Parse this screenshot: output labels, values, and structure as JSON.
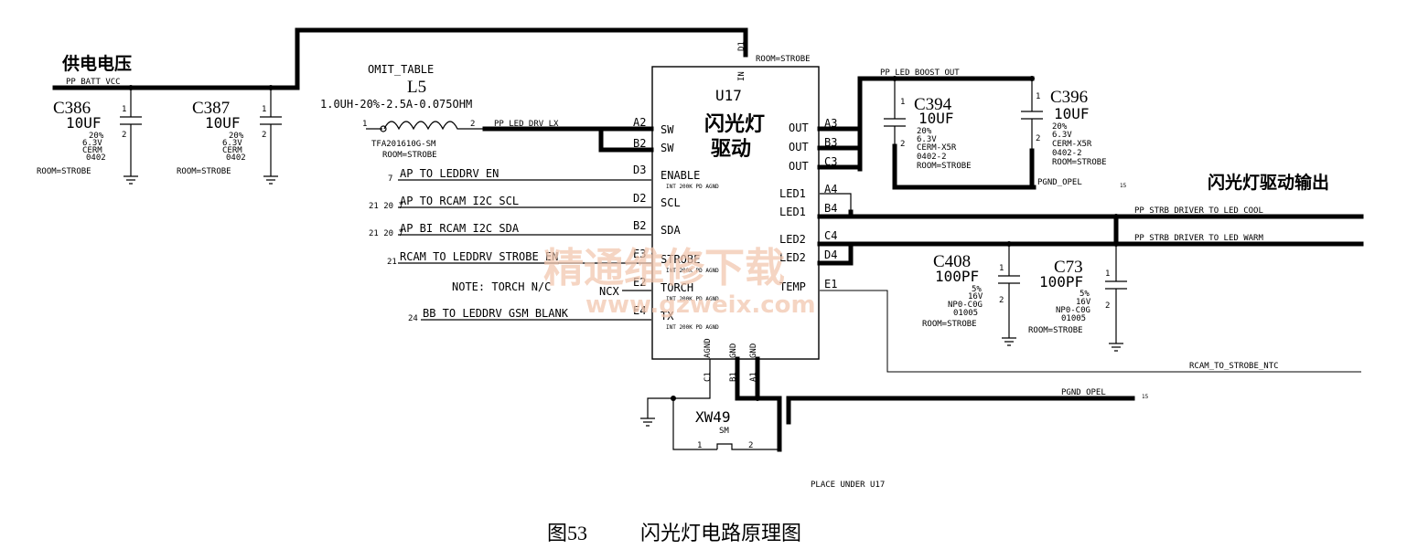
{
  "title": {
    "figure_number": "图53",
    "figure_text": "闪光灯电路原理图"
  },
  "ic": {
    "ref": "U17",
    "function_line1": "闪光灯",
    "function_line2": "驱动",
    "room": "ROOM=STROBE",
    "pin_in": "IN",
    "pin_d1": "D1",
    "pins_left": [
      {
        "num": "A2",
        "name": "SW"
      },
      {
        "num": "B2",
        "name": "SW"
      },
      {
        "num": "D3",
        "name": "ENABLE",
        "note": "INT 200K PD AGND"
      },
      {
        "num": "D2",
        "name": "SCL"
      },
      {
        "num": "B2",
        "name": "SDA"
      },
      {
        "num": "E3",
        "name": "STROBE",
        "note": "INT 200K PD AGND"
      },
      {
        "num": "E2",
        "name": "TORCH",
        "note": "INT 200K PD AGND"
      },
      {
        "num": "E4",
        "name": "TX",
        "note": "INT 200K PD AGND"
      }
    ],
    "pins_right": [
      {
        "num": "A3",
        "name": "OUT"
      },
      {
        "num": "B3",
        "name": "OUT"
      },
      {
        "num": "C3",
        "name": "OUT"
      },
      {
        "num": "A4",
        "name": "LED1"
      },
      {
        "num": "B4",
        "name": "LED1"
      },
      {
        "num": "C4",
        "name": "LED2"
      },
      {
        "num": "D4",
        "name": "LED2"
      },
      {
        "num": "E1",
        "name": "TEMP"
      }
    ],
    "pins_bottom": [
      {
        "num": "C1",
        "name": "AGND"
      },
      {
        "num": "B1",
        "name": "GND"
      },
      {
        "num": "A1",
        "name": "GND"
      }
    ]
  },
  "supply": {
    "label": "供电电压",
    "net": "PP_BATT_VCC"
  },
  "capacitors": [
    {
      "ref": "C386",
      "value": "10UF",
      "tol": "20%",
      "volt": "6.3V",
      "type": "CERM",
      "pkg": "0402",
      "room": "ROOM=STROBE"
    },
    {
      "ref": "C387",
      "value": "10UF",
      "tol": "20%",
      "volt": "6.3V",
      "type": "CERM",
      "pkg": "0402",
      "room": "ROOM=STROBE"
    },
    {
      "ref": "C394",
      "value": "10UF",
      "tol": "20%",
      "volt": "6.3V",
      "type": "CERM-X5R",
      "pkg": "0402-2",
      "room": "ROOM=STROBE"
    },
    {
      "ref": "C396",
      "value": "10UF",
      "tol": "20%",
      "volt": "6.3V",
      "type": "CERM-X5R",
      "pkg": "0402-2",
      "room": "ROOM=STROBE"
    },
    {
      "ref": "C408",
      "value": "100PF",
      "tol": "5%",
      "volt": "16V",
      "type": "NP0-C0G",
      "pkg": "01005",
      "room": "ROOM=STROBE"
    },
    {
      "ref": "C73",
      "value": "100PF",
      "tol": "5%",
      "volt": "16V",
      "type": "NP0-C0G",
      "pkg": "01005",
      "room": "ROOM=STROBE"
    }
  ],
  "inductor": {
    "omit": "OMIT_TABLE",
    "ref": "L5",
    "spec": "1.0UH-20%-2.5A-0.075OHM",
    "part": "TFA201610G-SM",
    "room": "ROOM=STROBE"
  },
  "nets": {
    "led_drv_lx": "PP_LED_DRV_LX",
    "led_boost_out": "PP_LED_BOOST_OUT",
    "enable": "AP_TO_LEDDRV_EN",
    "scl": "AP_TO_RCAM_I2C_SCL",
    "sda": "AP_BI_RCAM_I2C_SDA",
    "strobe": "RCAM_TO_LEDDRV_STROBE_EN",
    "gsm": "BB_TO_LEDDRV_GSM_BLANK",
    "cool": "PP_STRB_DRIVER_TO_LED_COOL",
    "warm": "PP_STRB_DRIVER_TO_LED_WARM",
    "ntc": "RCAM_TO_STROBE_NTC",
    "pgnd": "PGND_OPEL",
    "pgnd_ref": "15"
  },
  "refs": {
    "enable": "7",
    "scl": "21 20 7",
    "sda": "21 20 7",
    "strobe": "21",
    "gsm": "24"
  },
  "notes": {
    "torch": "NOTE: TORCH N/C",
    "ncx": "NCX",
    "place": "PLACE UNDER U17"
  },
  "output_label": "闪光灯驱动输出",
  "jumper": {
    "ref": "XW49",
    "pkg": "SM",
    "pin1": "1",
    "pin2": "2"
  },
  "pin_numbers": {
    "one": "1",
    "two": "2"
  },
  "watermark": {
    "line1": "精通维修下载",
    "line2": "www.gzweix.com"
  }
}
